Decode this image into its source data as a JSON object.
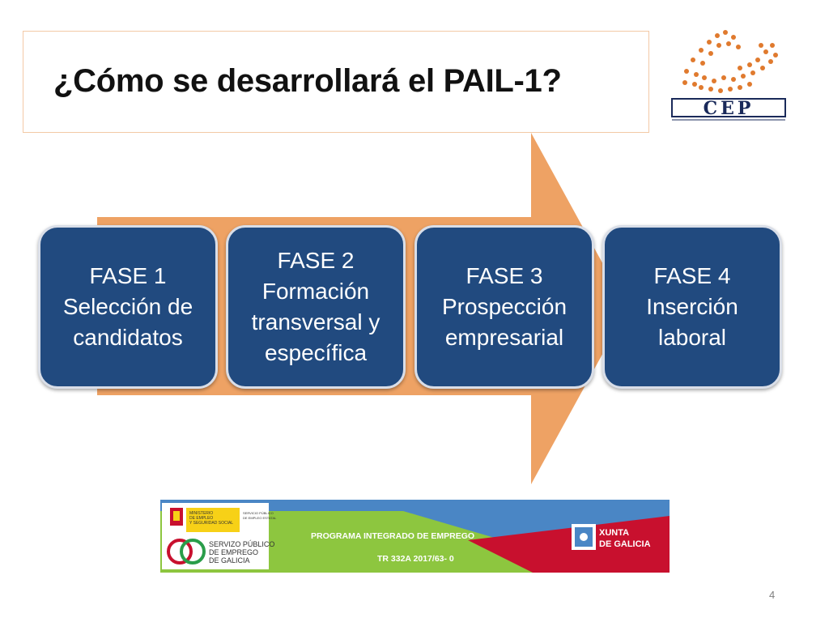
{
  "slide": {
    "title": "¿Cómo se desarrollará el PAIL-1?",
    "page_number": "4"
  },
  "phases": [
    {
      "line1": "FASE 1",
      "line2": "Selección de",
      "line3": "candidatos",
      "line4": ""
    },
    {
      "line1": "FASE 2",
      "line2": "Formación",
      "line3": "transversal y",
      "line4": "específica"
    },
    {
      "line1": "FASE 3",
      "line2": "Prospección",
      "line3": "empresarial",
      "line4": ""
    },
    {
      "line1": "FASE 4",
      "line2": "Inserción",
      "line3": "laboral",
      "line4": ""
    }
  ],
  "logo": {
    "text": "CEP"
  },
  "banner": {
    "ministry_line1": "MINISTERIO",
    "ministry_line2": "DE EMPLEO",
    "ministry_line3": "Y SEGURIDAD SOCIAL",
    "servicio_line1": "SERVICIO PÚBLICO",
    "servicio_line2": "DE EMPLEO ESTATAL",
    "servizo_line1": "SERVIZO PÚBLICO",
    "servizo_line2": "DE EMPREGO",
    "servizo_line3": "DE GALICIA",
    "program": "PROGRAMA INTEGRADO DE EMPREGO",
    "code": "TR 332A 2017/63- 0",
    "xunta_line1": "XUNTA",
    "xunta_line2": "DE GALICIA"
  },
  "colors": {
    "arrow": "#eea264",
    "phase_fill": "#214a7f",
    "banner_green": "#8dc63f",
    "banner_blue": "#4a86c5",
    "banner_red": "#c8102e",
    "logo_orange": "#e07a2e"
  }
}
